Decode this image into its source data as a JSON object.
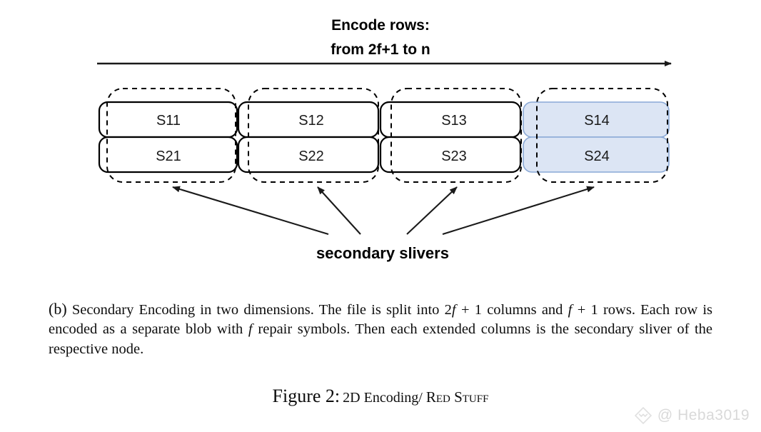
{
  "diagram": {
    "header": {
      "line1": "Encode rows:",
      "line2": "from 2f+1 to n"
    },
    "columns": [
      {
        "top": "S11",
        "bottom": "S21",
        "highlighted": false
      },
      {
        "top": "S12",
        "bottom": "S22",
        "highlighted": false
      },
      {
        "top": "S13",
        "bottom": "S23",
        "highlighted": false
      },
      {
        "top": "S14",
        "bottom": "S24",
        "highlighted": true
      }
    ],
    "annotation_label": "secondary slivers",
    "highlight_fill": "#dce5f4",
    "highlight_stroke": "#8aa9d6",
    "line_color": "#1a1a1a"
  },
  "caption": {
    "lead": "(b)",
    "part1": " Secondary Encoding in two dimensions. The file is split into ",
    "math1_a": "2",
    "math1_f": "f",
    "math1_b": " + 1",
    "part2": " columns and ",
    "math2_f": "f",
    "math2_b": " + 1",
    "part3": " rows. Each row is encoded as a separate blob with ",
    "math3_f": "f",
    "part4": " repair symbols. Then each extended columns is the secondary sliver of the respective node."
  },
  "figure_caption": {
    "number": "Figure 2:",
    "title_plain": "2D Encoding/ ",
    "title_smallcaps": "Red Stuff"
  },
  "watermark": {
    "handle": "@ Heba3019",
    "icon": "diamond-logo-icon",
    "color": "#d9d9d9"
  }
}
